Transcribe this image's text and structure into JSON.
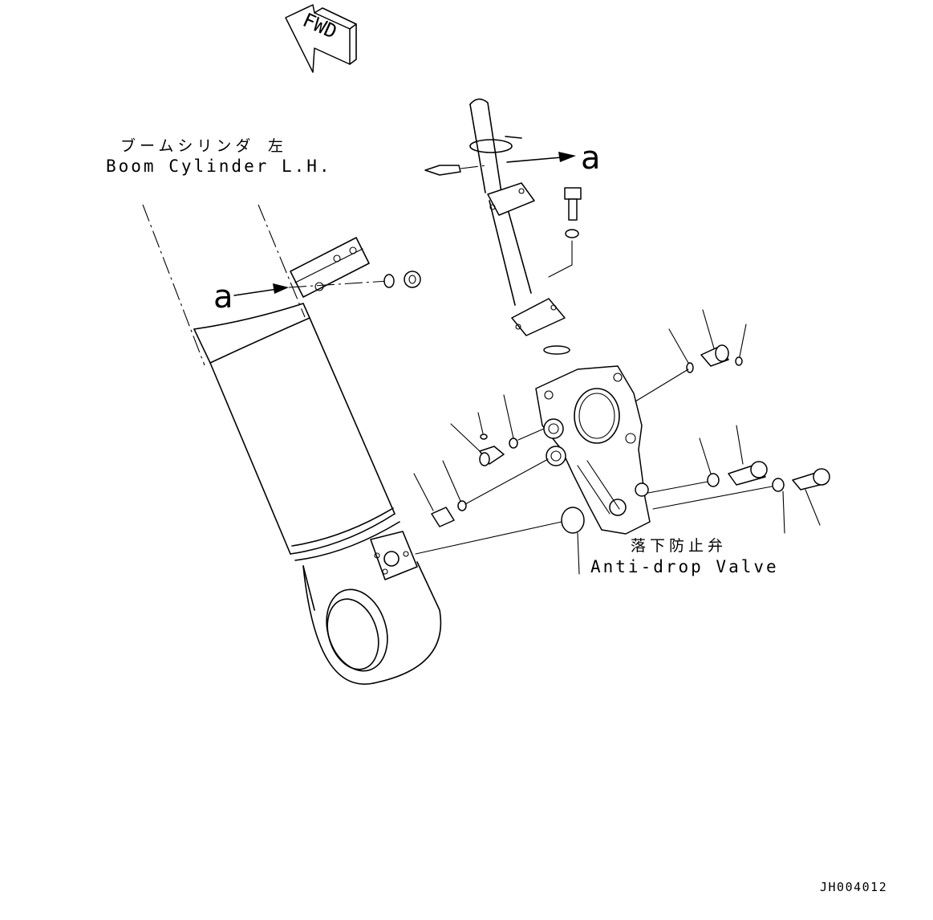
{
  "fwd_label": "FWD",
  "labels": {
    "boom_cylinder_jp": "ブームシリンダ 左",
    "boom_cylinder_en": "Boom Cylinder L.H.",
    "valve_jp": "落下防止弁",
    "valve_en": "Anti-drop Valve"
  },
  "callouts": {
    "left": "a",
    "right": "a"
  },
  "drawing_code": "JH004012"
}
